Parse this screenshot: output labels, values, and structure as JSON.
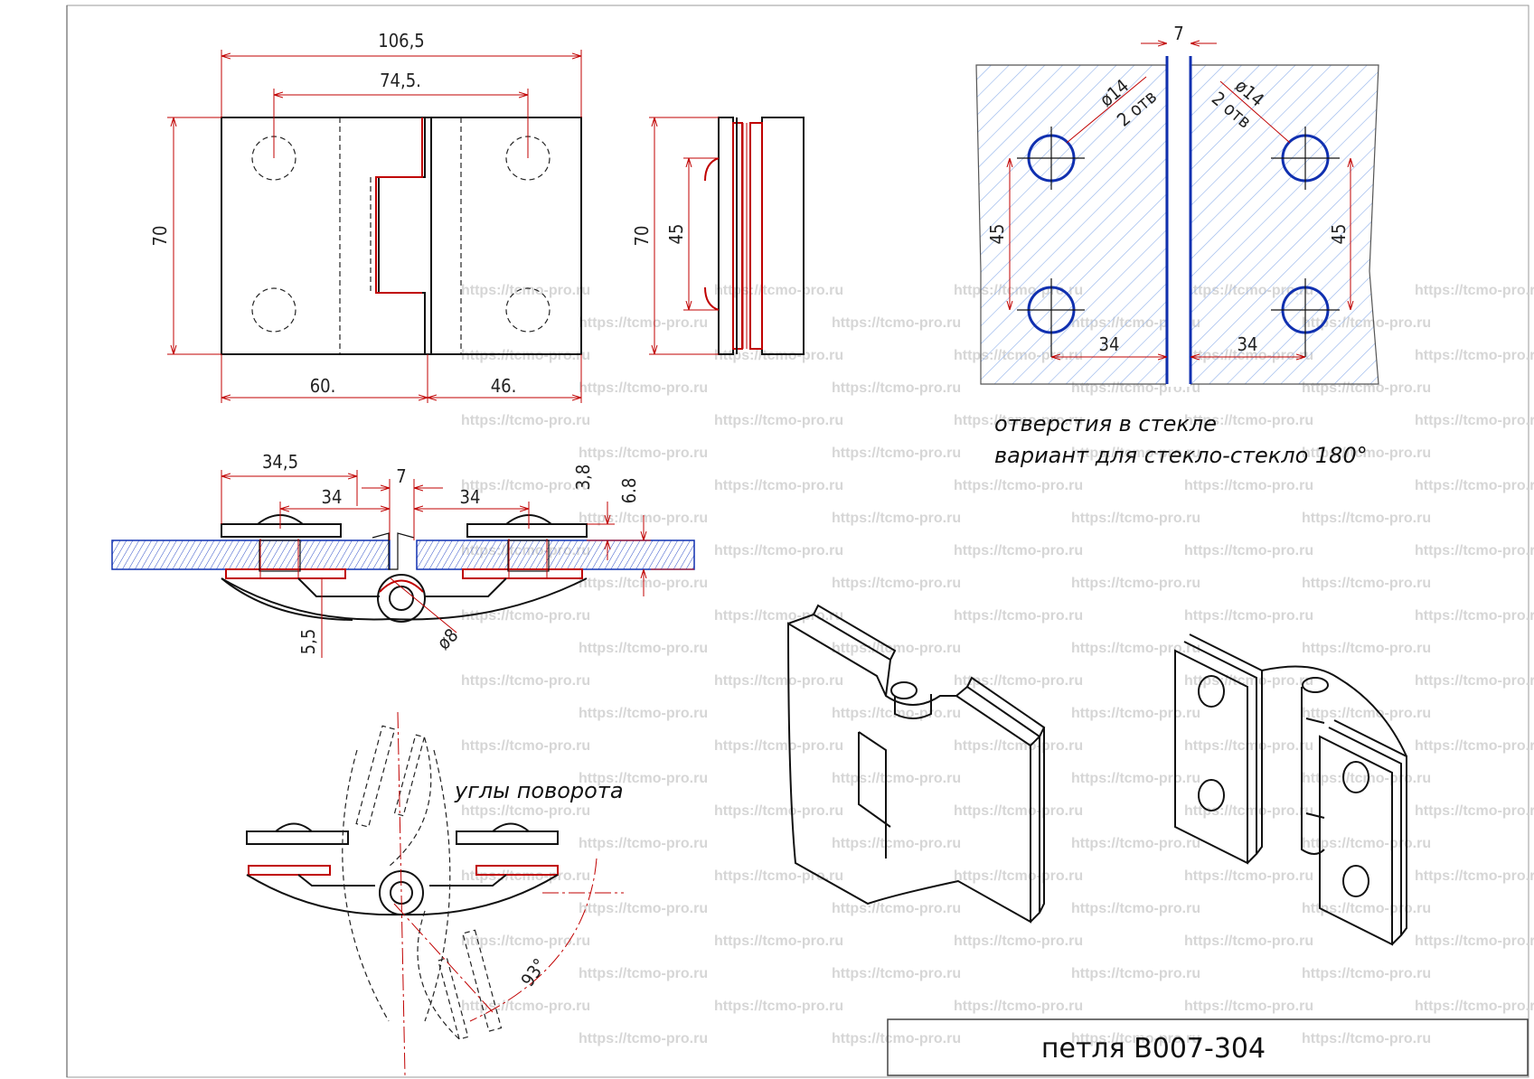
{
  "dimensions": {
    "front_width_total": "106,5",
    "front_hole_spacing": "74,5.",
    "front_height": "70",
    "front_left": "60.",
    "front_right": "46.",
    "side_height": "70",
    "side_hole_spacing": "45",
    "section_left_width": "34,5",
    "section_gap": "7",
    "section_hole_left": "34",
    "section_hole_right": "34",
    "section_plate": "3,8",
    "section_glass": "6.8",
    "section_depth": "5,5",
    "section_pin_diameter": "ø8",
    "glass_gap": "7",
    "glass_hole_left_diameter": "ø14",
    "glass_hole_left_count": "2 отв",
    "glass_hole_right_diameter": "ø14",
    "glass_hole_right_count": "2 отв",
    "glass_left_spacing": "45",
    "glass_right_spacing": "45",
    "glass_left_offset": "34",
    "glass_right_offset": "34",
    "rotation_angle": "93°"
  },
  "notes": {
    "holes_caption": "отверстия в стекле",
    "variant_caption": "вариант для стекло-стекло 180°",
    "rotation_caption": "углы поворота"
  },
  "title_block": {
    "title": "петля B007-304"
  },
  "watermark": {
    "text": "https://tcmo-pro.ru"
  },
  "colors": {
    "outline": "#111111",
    "dimension_line": "#c00000",
    "glass_hole": "#1030b0",
    "glass_hatch": "#7fa0e0"
  }
}
